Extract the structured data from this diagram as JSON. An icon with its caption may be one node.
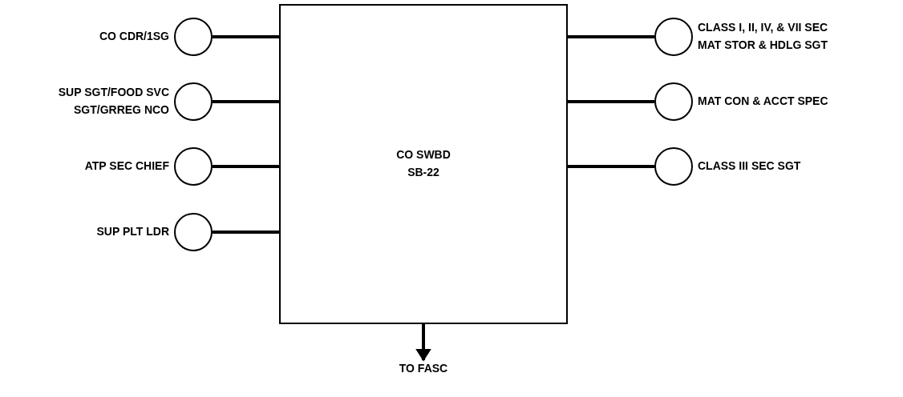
{
  "diagram": {
    "nodes": [
      {
        "text": [
          "CO SWBD SB-22"
        ]
      },
      {
        "text": [],
        "shape": "circle",
        "beside": [
          "CO CDR/1SG"
        ]
      },
      {
        "text": [],
        "shape": "circle",
        "beside": [
          "SUP SGT/FOOD SVC SGT/GRREG NCO"
        ]
      },
      {
        "text": [],
        "shape": "circle",
        "beside": [
          "ATP SEC CHIEF"
        ]
      },
      {
        "text": [],
        "shape": "circle",
        "beside": [
          "SUP PLT LDR"
        ]
      },
      {
        "text": [],
        "shape": "circle",
        "beside": [
          "CLASS I, II, IV, & VII SEC MAT STOR & HDLG SGT"
        ]
      },
      {
        "text": [],
        "shape": "circle",
        "beside": [
          "MAT CON & ACCT SPEC"
        ]
      },
      {
        "text": [],
        "shape": "circle",
        "beside": [
          "CLASS III SEC SGT"
        ]
      },
      {
        "text": [
          "TO FASC"
        ]
      }
    ],
    "edges": [
      {
        "from": 1,
        "to": 0,
        "arrow": "none"
      },
      {
        "from": 2,
        "to": 0,
        "arrow": "none"
      },
      {
        "from": 3,
        "to": 0,
        "arrow": "none"
      },
      {
        "from": 4,
        "to": 0,
        "arrow": "none"
      },
      {
        "from": 0,
        "to": 5,
        "arrow": "none"
      },
      {
        "from": 0,
        "to": 6,
        "arrow": "none"
      },
      {
        "from": 0,
        "to": 7,
        "arrow": "none"
      },
      {
        "from": 0,
        "to": 8,
        "arrow": "to"
      }
    ]
  }
}
